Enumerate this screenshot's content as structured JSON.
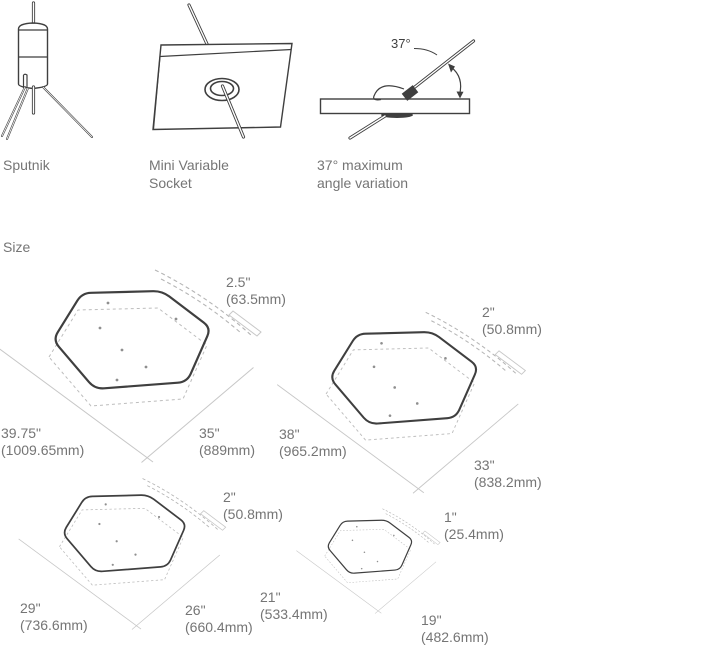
{
  "colors": {
    "background": "#ffffff",
    "text": "#757575",
    "line_dark": "#3f3f3f",
    "line_light": "#c7c7c7",
    "line_dash": "#b5b5b5"
  },
  "figures": {
    "sputnik": {
      "caption": "Sputnik"
    },
    "socket": {
      "caption_line1": "Mini Variable",
      "caption_line2": "Socket"
    },
    "angle": {
      "caption_line1": "37° maximum",
      "caption_line2": "angle variation",
      "angle_label": "37°"
    }
  },
  "size": {
    "heading": "Size",
    "panels": [
      {
        "thickness_in": "2.5\"",
        "thickness_mm": "(63.5mm)",
        "width_in": "39.75\"",
        "width_mm": "(1009.65mm)",
        "depth_in": "35\"",
        "depth_mm": "(889mm)"
      },
      {
        "thickness_in": "2\"",
        "thickness_mm": "(50.8mm)",
        "width_in": "38\"",
        "width_mm": "(965.2mm)",
        "depth_in": "33\"",
        "depth_mm": "(838.2mm)"
      },
      {
        "thickness_in": "2\"",
        "thickness_mm": "(50.8mm)",
        "width_in": "29\"",
        "width_mm": "(736.6mm)",
        "depth_in": "26\"",
        "depth_mm": "(660.4mm)"
      },
      {
        "thickness_in": "1\"",
        "thickness_mm": "(25.4mm)",
        "width_in": "21\"",
        "width_mm": "(533.4mm)",
        "depth_in": "19\"",
        "depth_mm": "(482.6mm)"
      }
    ]
  }
}
